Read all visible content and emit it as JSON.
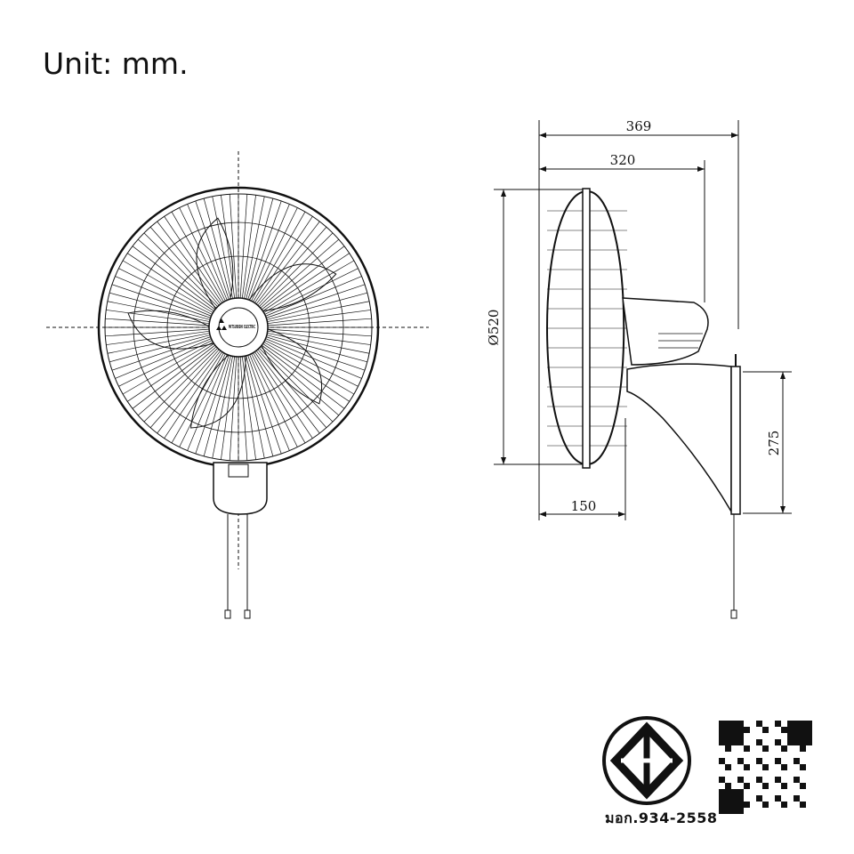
{
  "header": {
    "unit_label": "Unit: mm."
  },
  "dimensions": {
    "overall_depth": "369",
    "body_depth": "320",
    "guard_diameter": "Ø520",
    "guard_depth": "150",
    "bracket_height": "275"
  },
  "front_view": {
    "brand_logo_text": "MITSUBISHI ELECTRIC"
  },
  "certification": {
    "tis_label": "มอก.934-2558"
  },
  "colors": {
    "line": "#111111",
    "background": "#ffffff"
  }
}
